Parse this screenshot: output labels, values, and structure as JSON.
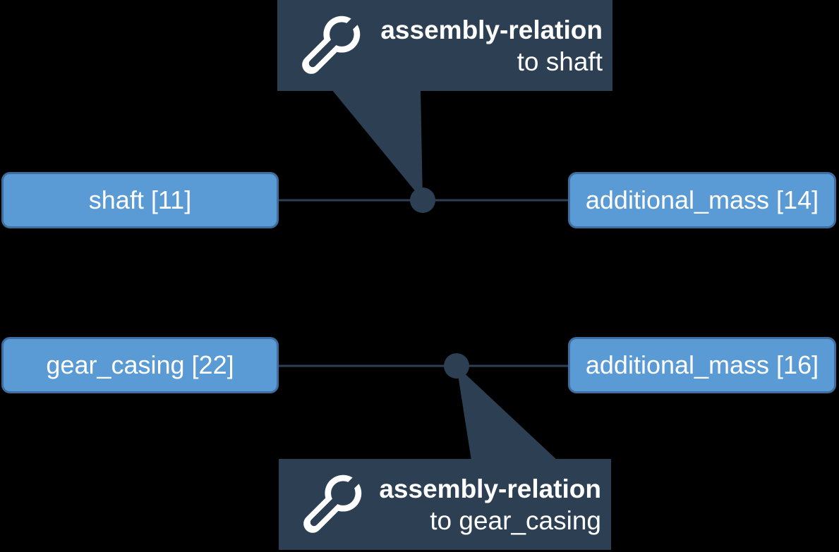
{
  "diagram": {
    "callouts": [
      {
        "title": "assembly-relation",
        "target": "to shaft",
        "icon": "wrench-icon"
      },
      {
        "title": "assembly-relation",
        "target": "to gear_casing",
        "icon": "wrench-icon"
      }
    ],
    "nodes": [
      {
        "label": "shaft [11]"
      },
      {
        "label": "additional_mass [14]"
      },
      {
        "label": "gear_casing [22]"
      },
      {
        "label": "additional_mass [16]"
      }
    ],
    "edges": [
      {
        "from": "shaft [11]",
        "to": "additional_mass [14]",
        "relation": "assembly-relation to shaft"
      },
      {
        "from": "gear_casing [22]",
        "to": "additional_mass [16]",
        "relation": "assembly-relation to gear_casing"
      }
    ],
    "colors": {
      "background": "#000000",
      "callout_bg": "#2d4053",
      "connector": "#2d4053",
      "node_fill": "#5b9bd5",
      "node_border": "#3f6e9e",
      "text": "#ffffff"
    }
  }
}
